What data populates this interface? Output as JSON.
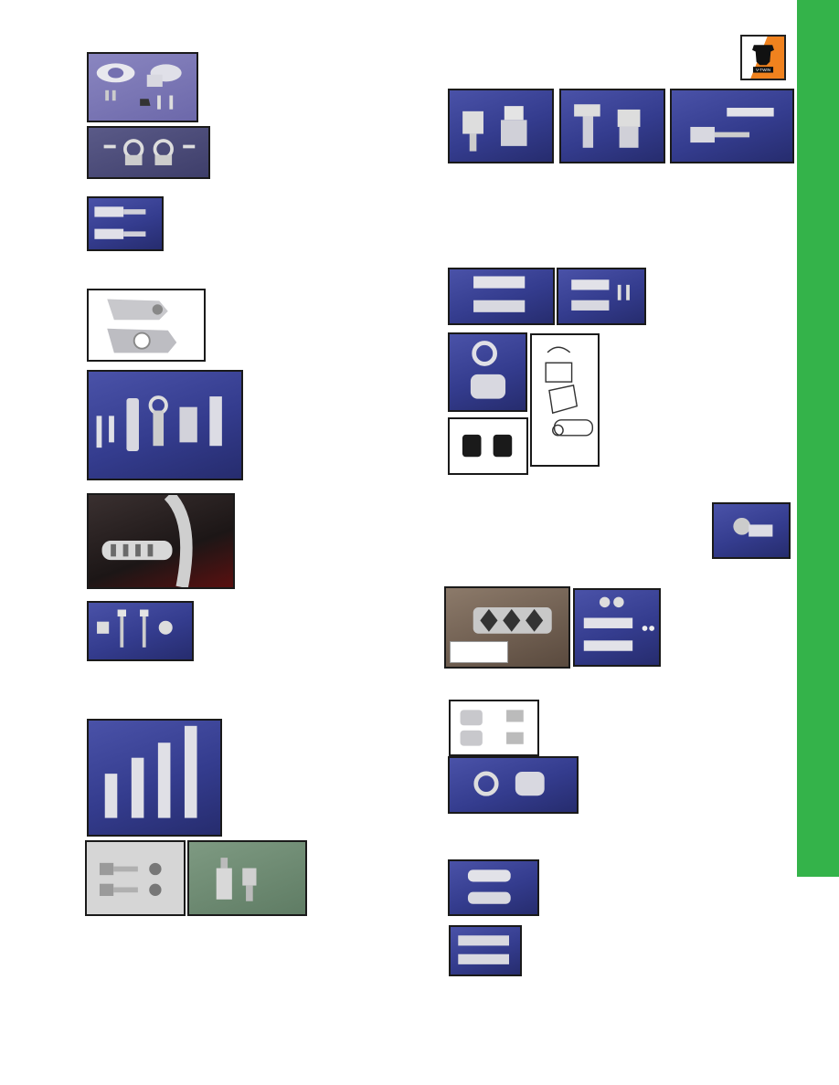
{
  "page": {
    "accent_color": "#34b34a",
    "photo_backgrounds": {
      "blue": "#343c8e",
      "purple": "#7470b0",
      "white": "#ffffff"
    }
  },
  "brand": {
    "logo_text": "V-TWIN",
    "logo_colors": {
      "orange": "#f0821e",
      "black": "#111111"
    }
  },
  "photos": [
    {
      "name": "chrome-footpeg-clamps-photo"
    },
    {
      "name": "clamp-set-photo"
    },
    {
      "name": "knurled-pins-photo"
    },
    {
      "name": "billet-clamp-photo"
    },
    {
      "name": "mount-kit-parts-photo"
    },
    {
      "name": "installed-peg-photo"
    },
    {
      "name": "bolt-nut-set-photo"
    },
    {
      "name": "extension-bars-photo"
    },
    {
      "name": "hex-bolts-photo"
    },
    {
      "name": "adapter-studs-photo"
    },
    {
      "name": "clevis-set-1-photo"
    },
    {
      "name": "clevis-set-2-photo"
    },
    {
      "name": "clevis-set-3-photo"
    },
    {
      "name": "male-mount-photo"
    },
    {
      "name": "male-mount-pins-photo"
    },
    {
      "name": "clamp-chrome-photo"
    },
    {
      "name": "mount-diagram-photo"
    },
    {
      "name": "black-clamps-photo"
    },
    {
      "name": "small-clamp-photo"
    },
    {
      "name": "installed-diamond-peg-photo"
    },
    {
      "name": "diamond-peg-kit-photo"
    },
    {
      "name": "clamp-hardware-photo"
    },
    {
      "name": "clamp-pair-photo"
    },
    {
      "name": "peg-mounts-photo"
    },
    {
      "name": "peg-pair-photo"
    }
  ]
}
